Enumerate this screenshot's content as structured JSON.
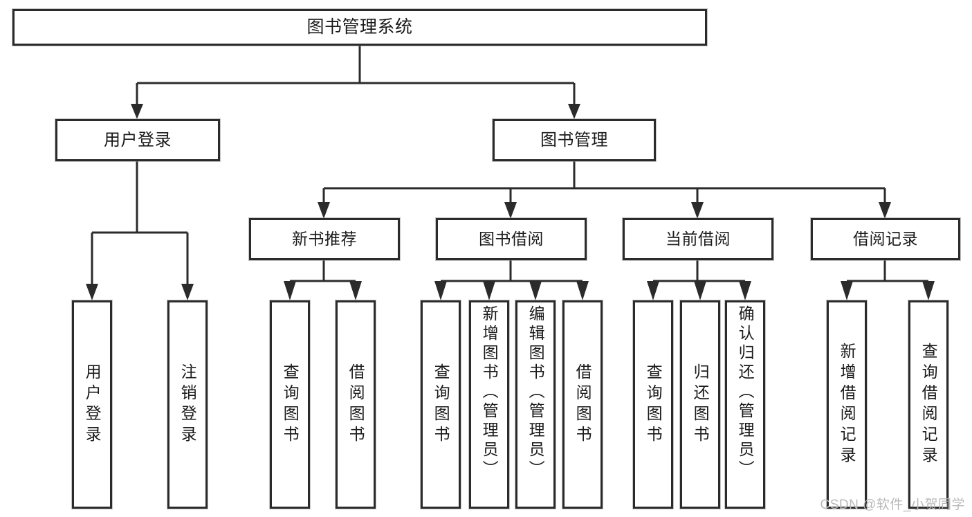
{
  "diagram": {
    "title": "图书管理系统",
    "root": {
      "label": "图书管理系统"
    },
    "level2": [
      {
        "label": "用户登录"
      },
      {
        "label": "图书管理"
      }
    ],
    "level3": [
      {
        "label": "新书推荐"
      },
      {
        "label": "图书借阅"
      },
      {
        "label": "当前借阅"
      },
      {
        "label": "借阅记录"
      }
    ],
    "leaves": {
      "user_login": [
        {
          "label": "用户登录"
        },
        {
          "label": "注销登录"
        }
      ],
      "new_book_recommend": [
        {
          "label": "查询图书"
        },
        {
          "label": "借阅图书"
        }
      ],
      "book_borrow": [
        {
          "label": "查询图书"
        },
        {
          "label": "新增图书（管理员）"
        },
        {
          "label": "编辑图书（管理员）"
        },
        {
          "label": "借阅图书"
        }
      ],
      "current_borrow": [
        {
          "label": "查询图书"
        },
        {
          "label": "归还图书"
        },
        {
          "label": "确认归还（管理员）"
        }
      ],
      "borrow_record": [
        {
          "label": "新增借阅记录"
        },
        {
          "label": "查询借阅记录"
        }
      ]
    }
  },
  "watermark": {
    "text": "CSDN @软件_小贺同学"
  },
  "colors": {
    "border": "#2b2b2b",
    "fill": "#ffffff",
    "connector": "#2b2b2b",
    "watermark": "#b9b9b9"
  }
}
